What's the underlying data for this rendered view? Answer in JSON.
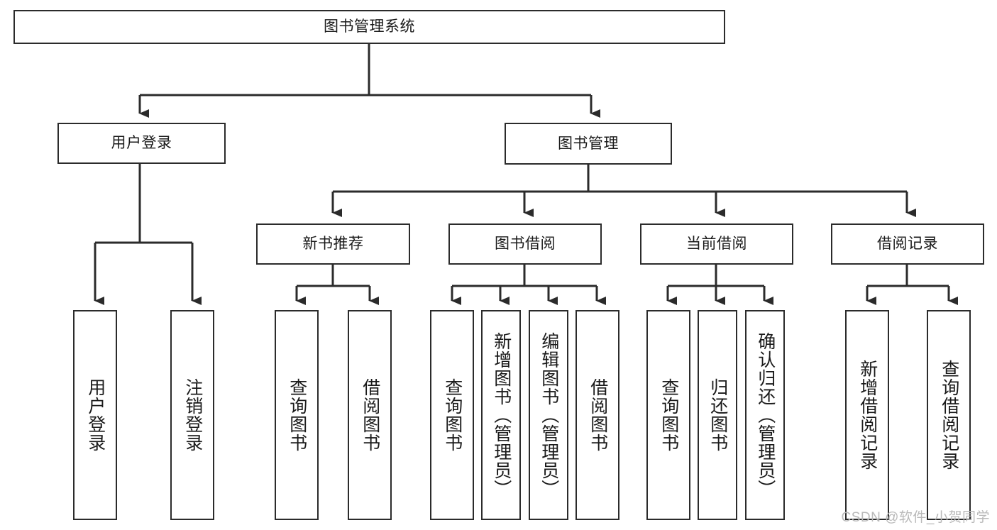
{
  "diagram": {
    "title": "图书管理系统",
    "type": "hierarchy-tree",
    "watermark": "CSDN @软件_小贺同学",
    "colors": {
      "box_border": "#2b2b2b",
      "box_fill": "#ffffff",
      "edge": "#2b2b2b",
      "text": "#1a1a1a",
      "watermark": "#b9b9b9",
      "background": "#ffffff"
    },
    "nodes": {
      "root": {
        "label": "图书管理系统",
        "level": 0,
        "orientation": "horizontal"
      },
      "l1": [
        {
          "id": "user-login",
          "label": "用户登录",
          "level": 1,
          "orientation": "horizontal"
        },
        {
          "id": "book-manage",
          "label": "图书管理",
          "level": 1,
          "orientation": "horizontal"
        }
      ],
      "l2": [
        {
          "id": "new-book-recommend",
          "label": "新书推荐",
          "level": 2,
          "orientation": "horizontal"
        },
        {
          "id": "book-borrow",
          "label": "图书借阅",
          "level": 2,
          "orientation": "horizontal"
        },
        {
          "id": "current-borrow",
          "label": "当前借阅",
          "level": 2,
          "orientation": "horizontal"
        },
        {
          "id": "borrow-record",
          "label": "借阅记录",
          "level": 2,
          "orientation": "horizontal"
        }
      ],
      "leaves": [
        {
          "id": "leaf-user-login",
          "label": "用户登录",
          "parent": "user-login",
          "orientation": "vertical"
        },
        {
          "id": "leaf-user-logout",
          "label": "注销登录",
          "parent": "user-login",
          "orientation": "vertical"
        },
        {
          "id": "leaf-query-book-1",
          "label": "查询图书",
          "parent": "new-book-recommend",
          "orientation": "vertical"
        },
        {
          "id": "leaf-borrow-book-1",
          "label": "借阅图书",
          "parent": "new-book-recommend",
          "orientation": "vertical"
        },
        {
          "id": "leaf-query-book-2",
          "label": "查询图书",
          "parent": "book-borrow",
          "orientation": "vertical"
        },
        {
          "id": "leaf-add-book",
          "label": "新增图书（管理员）",
          "parent": "book-borrow",
          "orientation": "vertical"
        },
        {
          "id": "leaf-edit-book",
          "label": "编辑图书（管理员）",
          "parent": "book-borrow",
          "orientation": "vertical"
        },
        {
          "id": "leaf-borrow-book-2",
          "label": "借阅图书",
          "parent": "book-borrow",
          "orientation": "vertical"
        },
        {
          "id": "leaf-query-book-3",
          "label": "查询图书",
          "parent": "current-borrow",
          "orientation": "vertical"
        },
        {
          "id": "leaf-return-book",
          "label": "归还图书",
          "parent": "current-borrow",
          "orientation": "vertical"
        },
        {
          "id": "leaf-confirm-return",
          "label": "确认归还（管理员）",
          "parent": "current-borrow",
          "orientation": "vertical"
        },
        {
          "id": "leaf-add-record",
          "label": "新增借阅记录",
          "parent": "borrow-record",
          "orientation": "vertical"
        },
        {
          "id": "leaf-query-record",
          "label": "查询借阅记录",
          "parent": "borrow-record",
          "orientation": "vertical"
        }
      ]
    }
  }
}
